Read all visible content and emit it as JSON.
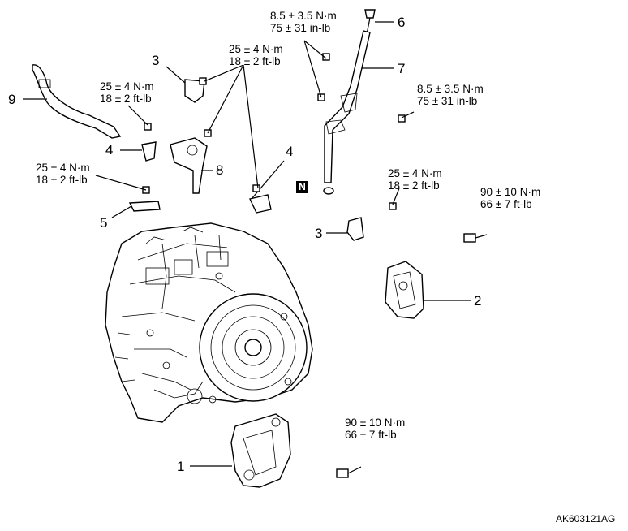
{
  "callouts": {
    "c1": "1",
    "c2": "2",
    "c3a": "3",
    "c3b": "3",
    "c4a": "4",
    "c4b": "4",
    "c5": "5",
    "c6": "6",
    "c7": "7",
    "c8": "8",
    "c9": "9"
  },
  "torque_specs": {
    "t_top_center": {
      "nm": "8.5 ± 3.5 N·m",
      "imp": "75 ± 31 in-lb"
    },
    "t_right_upper": {
      "nm": "8.5 ± 3.5 N·m",
      "imp": "75 ± 31 in-lb"
    },
    "t_mid_top": {
      "nm": "25 ± 4 N·m",
      "imp": "18 ± 2 ft-lb"
    },
    "t_left_upper": {
      "nm": "25 ± 4 N·m",
      "imp": "18 ± 2 ft-lb"
    },
    "t_left_mid": {
      "nm": "25 ± 4 N·m",
      "imp": "18 ± 2 ft-lb"
    },
    "t_center_right": {
      "nm": "25 ± 4 N·m",
      "imp": "18 ± 2 ft-lb"
    },
    "t_far_right": {
      "nm": "90 ± 10 N·m",
      "imp": "66 ± 7 ft-lb"
    },
    "t_bottom": {
      "nm": "90 ± 10 N·m",
      "imp": "66 ± 7 ft-lb"
    }
  },
  "n_symbol": "N",
  "figure_code": "AK603121AG"
}
